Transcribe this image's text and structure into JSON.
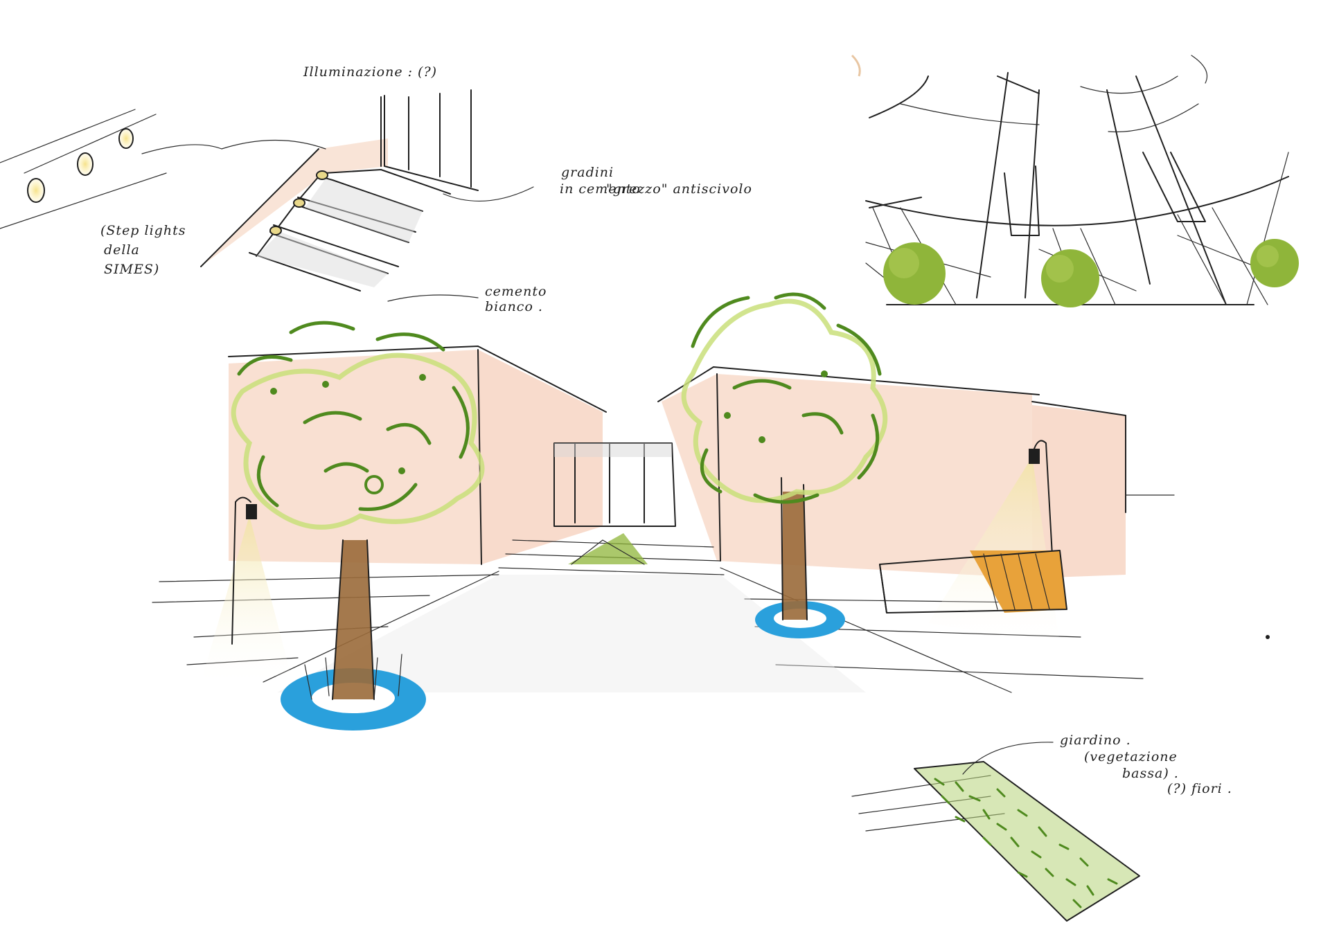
{
  "labels": {
    "lighting": "Illuminazione : (?)",
    "steps_line1": "gradini",
    "steps_line2": "in cemento",
    "steps_line3": "\"grezzo\" antiscivolo",
    "white_cement_1": "cemento",
    "white_cement_2": "bianco .",
    "steplights_1": "(Step lights",
    "steplights_2": "della",
    "steplights_3": "SIMES)",
    "flowerbed_1": "giardino .",
    "flowerbed_2": "(vegetazione",
    "flowerbed_3": "bassa) .",
    "flowers": "(?) fiori ."
  },
  "colors": {
    "wall_tint": "#f4c6ad",
    "foliage_dark": "#4f8a1e",
    "foliage_light": "#c9df7a",
    "shrub": "#8fb53a",
    "water": "#2aa0dc",
    "trunk": "#9a6a3a",
    "bench_wood": "#e8a23a",
    "ink": "#1f1f1f"
  }
}
